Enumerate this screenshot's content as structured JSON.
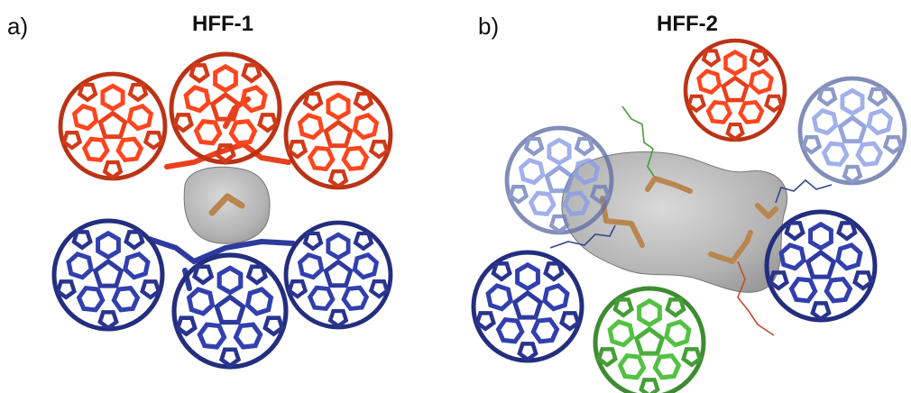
{
  "panels": [
    {
      "label": "a)",
      "title": "HFF-1"
    },
    {
      "label": "b)",
      "title": "HFF-2"
    }
  ],
  "colors": {
    "red": "#e8401c",
    "blue": "#2d3a9e",
    "light_blue": "#7d8fd1",
    "green": "#4caf3d",
    "surface": "#8e8e8e",
    "ligand": "#b8864e",
    "background": "#ffffff"
  },
  "fullerenes": {
    "a": [
      "red",
      "red",
      "red",
      "blue",
      "blue",
      "blue"
    ],
    "b": [
      "light_blue",
      "red",
      "light_blue",
      "blue",
      "blue",
      "green"
    ]
  }
}
